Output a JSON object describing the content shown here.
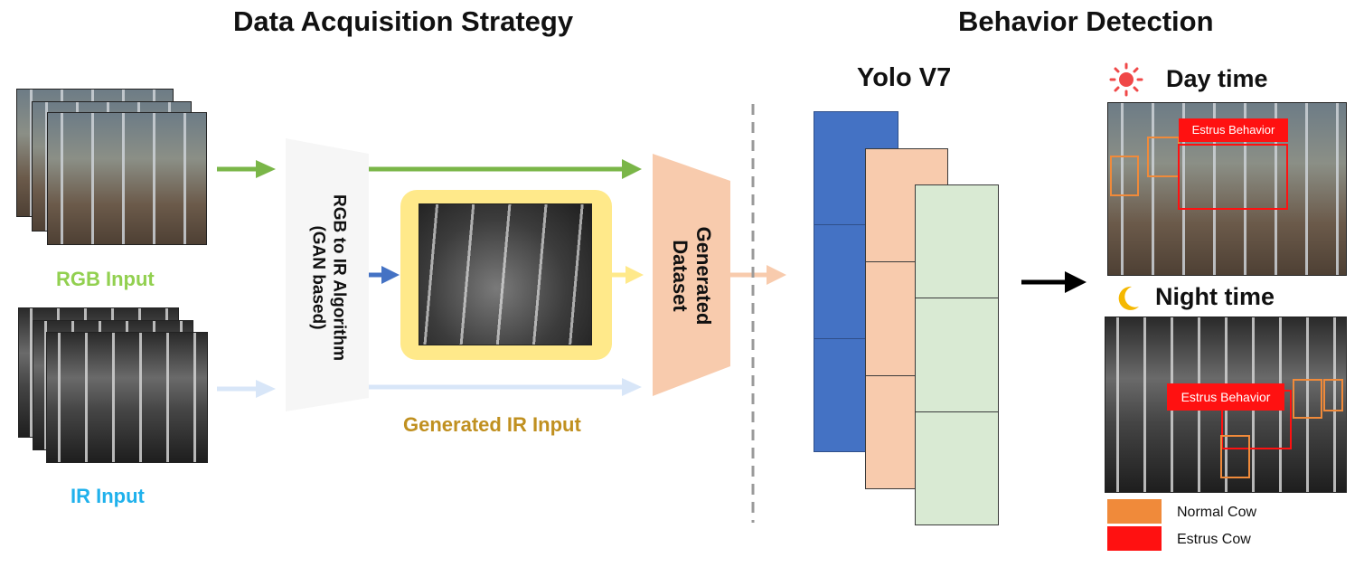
{
  "titles": {
    "acquisition": "Data Acquisition Strategy",
    "detection": "Behavior Detection"
  },
  "inputs": {
    "rgb_label": "RGB Input",
    "ir_label": "IR Input",
    "generated_ir_label": "Generated IR Input"
  },
  "algorithm": {
    "line1": "RGB to IR Algorithm",
    "line2": "(GAN based)"
  },
  "dataset": {
    "line1": "Generated",
    "line2": "Dataset"
  },
  "model": {
    "name": "Yolo V7"
  },
  "results": {
    "day_label": "Day time",
    "night_label": "Night time",
    "estrus_badge_day": "Estrus Behavior",
    "estrus_badge_night": "Estrus Behavior"
  },
  "legend": {
    "items": [
      {
        "label": "Normal Cow",
        "color": "#F08A3A"
      },
      {
        "label": "Estrus Cow",
        "color": "#FF1111"
      }
    ]
  },
  "colors": {
    "rgb_arrow": "#7AB648",
    "ir_arrow": "#D8E6F8",
    "blue_arrow": "#4472C4",
    "yellow_arrow": "#FFE98A",
    "peach_arrow": "#F8CBAD",
    "yolo_blue": "#4472C4",
    "yolo_peach": "#F8CBAD",
    "yolo_green": "#D9EAD3",
    "rgb_text": "#92D050",
    "ir_text": "#1FB1EC",
    "generated_text": "#C09020"
  }
}
